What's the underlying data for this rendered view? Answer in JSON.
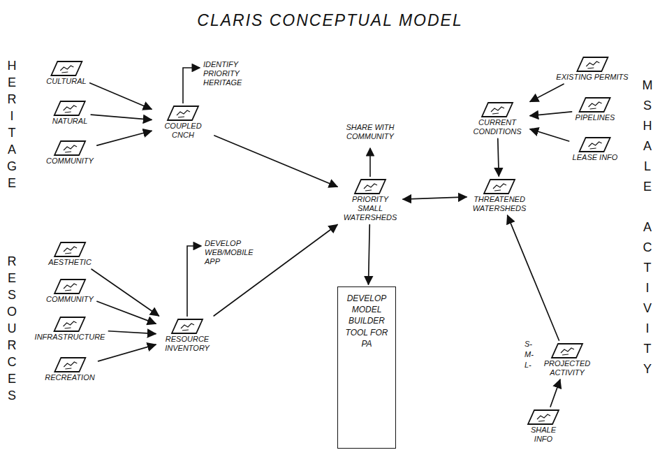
{
  "diagram": {
    "title": "CLARIS CONCEPTUAL MODEL",
    "nodes": [
      {
        "text": [
          "CULTURAL"
        ]
      },
      {
        "text": [
          "NATURAL"
        ]
      },
      {
        "text": [
          "COMMUNITY"
        ]
      },
      {
        "text": [
          "COUPLED CNCH"
        ]
      },
      {
        "text": [
          "AESTHETIC"
        ]
      },
      {
        "text": [
          "COMMUNITY"
        ]
      },
      {
        "text": [
          "INFRASTRUCTURE"
        ]
      },
      {
        "text": [
          "RECREATION"
        ]
      },
      {
        "text": [
          "RESOURCE INVENTORY"
        ]
      },
      {
        "text": [
          "PRIORITY SMALL WATERSHEDS"
        ]
      },
      {
        "text": [
          "DEVELOP MODEL BUILDER TOOL FOR PA"
        ]
      },
      {
        "text": [
          "EXISTING PERMITS"
        ]
      },
      {
        "text": [
          "PIPELINES"
        ]
      },
      {
        "text": [
          "LEASE INFO"
        ]
      },
      {
        "text": [
          "CURRENT CONDITIONS"
        ]
      },
      {
        "text": [
          "THREATENED WATERSHEDS"
        ]
      },
      {
        "text": [
          "PROJECTED ACTIVITY"
        ]
      },
      {
        "text": [
          "SHALE INFO"
        ]
      }
    ],
    "edges": [
      {
        "from": 0,
        "to": 3,
        "arrow": "to"
      },
      {
        "from": 1,
        "to": 3,
        "arrow": "to"
      },
      {
        "from": 2,
        "to": 3,
        "arrow": "to"
      },
      {
        "from": 4,
        "to": 8,
        "arrow": "to"
      },
      {
        "from": 5,
        "to": 8,
        "arrow": "to"
      },
      {
        "from": 6,
        "to": 8,
        "arrow": "to"
      },
      {
        "from": 7,
        "to": 8,
        "arrow": "to"
      },
      {
        "from": 3,
        "to": 9,
        "arrow": "to"
      },
      {
        "from": 8,
        "to": 9,
        "arrow": "to"
      },
      {
        "from": 9,
        "to": 10,
        "arrow": "to"
      },
      {
        "from": 9,
        "to": 15,
        "arrow": "both"
      },
      {
        "from": 11,
        "to": 14,
        "arrow": "to"
      },
      {
        "from": 12,
        "to": 14,
        "arrow": "to"
      },
      {
        "from": 13,
        "to": 14,
        "arrow": "to"
      },
      {
        "from": 14,
        "to": 15,
        "arrow": "to"
      },
      {
        "from": 16,
        "to": 15,
        "arrow": "to"
      },
      {
        "from": 17,
        "to": 16,
        "arrow": "to"
      }
    ],
    "labels": [
      "HERITAGE",
      "RESOURCES",
      "MSHALE ACTIVITY",
      "IDENTIFY PRIORITY HERITAGE",
      "DEVELOP WEB/MOBILE APP",
      "SHARE WITH COMMUNITY",
      "S-",
      "M-",
      "L-"
    ]
  }
}
